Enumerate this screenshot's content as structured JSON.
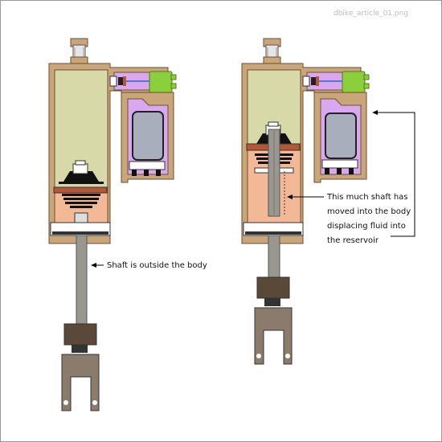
{
  "image_filename": "dbike_article_01.png",
  "labels": {
    "shaft_outside": "Shaft is outside the body",
    "shaft_inside_lines": [
      "This much shaft has",
      "moved into the body",
      "displacing fluid into",
      "the reservoir"
    ]
  },
  "colors": {
    "body": "#c9a57a",
    "body_dark": "#8a6a45",
    "fluid": "#d7d9a8",
    "fluid_compressed": "#f3b896",
    "reservoir_gas": "#d8a8f0",
    "reservoir_bladder": "#a9aebd",
    "piston_band": "#b55634",
    "adjuster_green": "#8ccf3c",
    "shaft": "#9a9690",
    "clevis": "#8b7b6d",
    "arrow": "#000000"
  },
  "icons": {
    "left_arrow": "left-arrow-icon",
    "right_arrow": "right-arrow-icon"
  }
}
